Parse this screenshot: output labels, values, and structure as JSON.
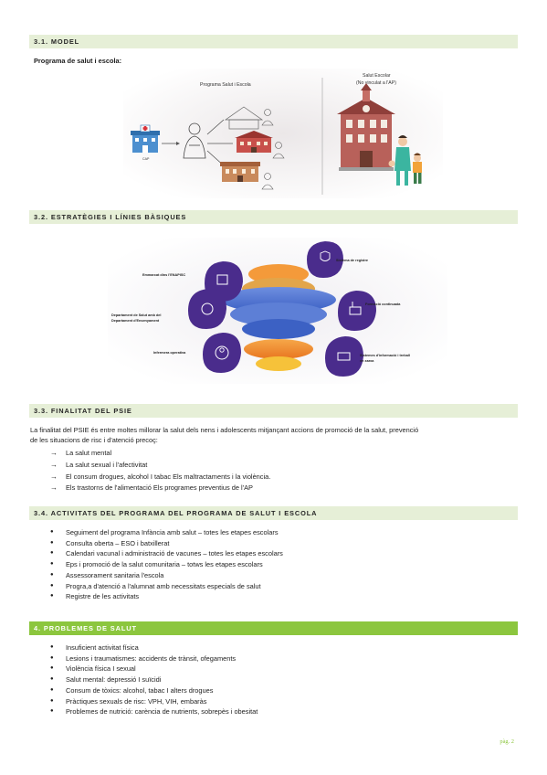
{
  "sections": {
    "s31": {
      "title": "3.1. MODEL"
    },
    "s32": {
      "title": "3.2. ESTRATÈGIES I LÍNIES BÀSIQUES"
    },
    "s33": {
      "title": "3.3. FINALITAT DEL PSIE"
    },
    "s34": {
      "title": "3.4. ACTIVITATS DEL PROGRAMA DEL PROGRAMA DE SALUT I ESCOLA"
    },
    "s4": {
      "title": "4. PROBLEMES DE SALUT"
    }
  },
  "model": {
    "intro": "Programa de salut i escola:",
    "left_title": "Programa Salut i Escola",
    "cap_label": "CAP",
    "right_title_line1": "Salut Escolar",
    "right_title_line2": "(No vinculat a l'AP)"
  },
  "strategies": {
    "items": [
      "Emmarcat dins l'ENAPISC",
      "Sistema de registre",
      "Departament de Salut amb del",
      "Departament d'Ensenyament",
      "Formació continuada",
      "Infermera operativa",
      "Sistemes d'informació i treball",
      "en xarxa"
    ]
  },
  "finalitat": {
    "paragraph_line1": "La finalitat del PSIE és entre moltes millorar la salut dels nens i adolescents mitjançant accions de promoció de la salut, prevenció",
    "paragraph_line2": "de les situacions de risc i d'atenció precoç:",
    "items": [
      "La salut mental",
      "La salut sexual i l'afectivitat",
      "El consum drogues, alcohol I tabac Els maltractaments i la violència.",
      "Els trastorns de l'alimentació Els programes preventius de l'AP"
    ]
  },
  "activitats": {
    "items": [
      "Seguiment del programa Infància amb salut – totes les etapes escolars",
      "Consulta oberta – ESO i batxillerat",
      "Calendari vacunal i administració de vacunes – totes les etapes escolars",
      "Eps i promoció de la salut comunitaria – totws les etapes escolars",
      "Assessorament sanitaria l'escola",
      "Progra,a d'atenció a l'alumnat amb necessitats especials de salut",
      "Registre de les activitats"
    ]
  },
  "problemes": {
    "items": [
      "Insuficient activitat física",
      "Lesions i traumatismes: accidents de trànsit, ofegaments",
      "Violència física I sexual",
      "Salut mental: depressió I suïcidi",
      "Consum de tòxics: alcohol, tabac I alters drogues",
      "Pràctiques sexuals de risc: VPH, VIH, embaràs",
      "Problemes de nutrició: carència de nutrients, sobrepès i obesitat"
    ]
  },
  "footer": {
    "page": "pàg. 2"
  },
  "colors": {
    "accent_green": "#8cc63e",
    "section_bg": "#e6efd7",
    "purple": "#4a2c8c",
    "orange": "#f08a24"
  }
}
